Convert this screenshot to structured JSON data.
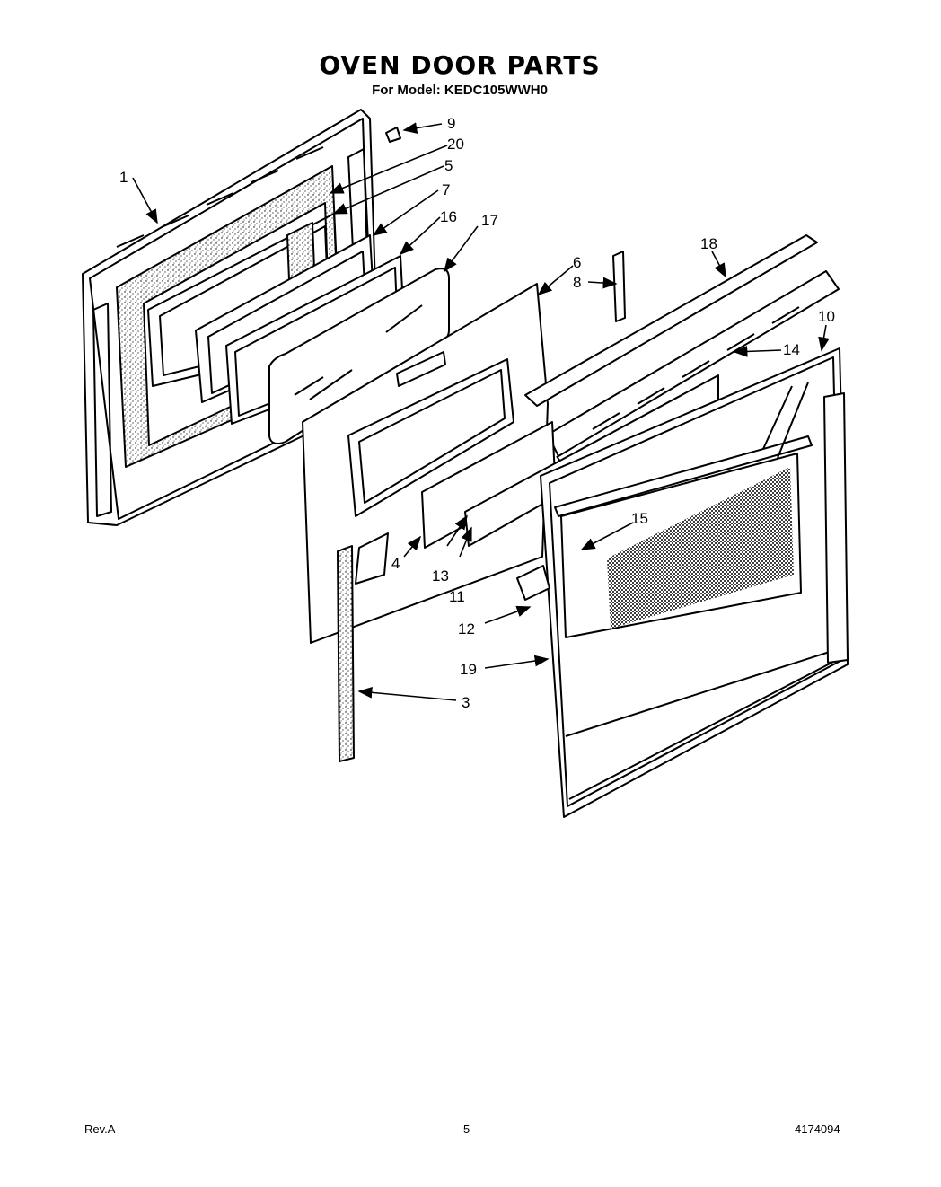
{
  "header": {
    "title": "OVEN DOOR PARTS",
    "subtitle": "For Model: KEDC105WWH0"
  },
  "callouts": [
    "1",
    "3",
    "4",
    "5",
    "6",
    "7",
    "8",
    "9",
    "10",
    "11",
    "12",
    "13",
    "14",
    "15",
    "16",
    "17",
    "18",
    "19",
    "20"
  ],
  "footer": {
    "revision": "Rev.A",
    "page_number": "5",
    "document_number": "4174094"
  }
}
